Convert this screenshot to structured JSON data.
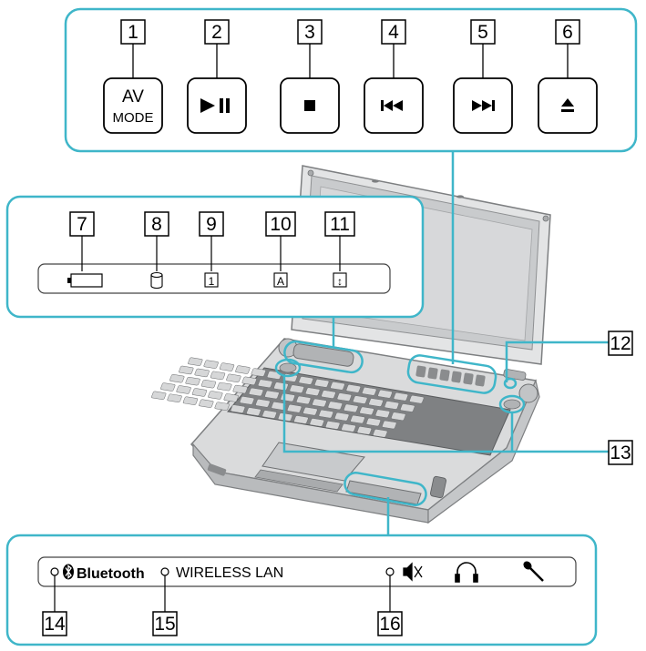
{
  "colors": {
    "panel_border": "#3fb6c9",
    "key_fill": "#ffffff",
    "laptop_body": "#d9dadb",
    "laptop_dark": "#8a8c8e"
  },
  "top_panel": {
    "buttons": [
      {
        "number": "1",
        "label_line1": "AV",
        "label_line2": "MODE",
        "icon": "av-mode"
      },
      {
        "number": "2",
        "label_line1": "",
        "label_line2": "",
        "icon": "play-pause-icon"
      },
      {
        "number": "3",
        "label_line1": "",
        "label_line2": "",
        "icon": "stop-icon"
      },
      {
        "number": "4",
        "label_line1": "",
        "label_line2": "",
        "icon": "previous-track-icon"
      },
      {
        "number": "5",
        "label_line1": "",
        "label_line2": "",
        "icon": "next-track-icon"
      },
      {
        "number": "6",
        "label_line1": "",
        "label_line2": "",
        "icon": "eject-icon"
      }
    ]
  },
  "indicator_panel": {
    "indicators": [
      {
        "number": "7",
        "icon": "battery-icon"
      },
      {
        "number": "8",
        "icon": "hard-disk-icon"
      },
      {
        "number": "9",
        "icon": "num-lock-icon",
        "glyph": "1"
      },
      {
        "number": "10",
        "icon": "caps-lock-icon",
        "glyph": "A"
      },
      {
        "number": "11",
        "icon": "scroll-lock-icon",
        "glyph": "↕"
      }
    ]
  },
  "callouts": {
    "c12": "12",
    "c13": "13"
  },
  "bottom_panel": {
    "bluetooth_label": "Bluetooth",
    "wireless_label": "WIRELESS LAN",
    "numbers": {
      "bluetooth": "14",
      "wireless": "15",
      "mute": "16"
    },
    "icons": [
      "mute-icon",
      "headphones-icon",
      "microphone-icon"
    ]
  }
}
